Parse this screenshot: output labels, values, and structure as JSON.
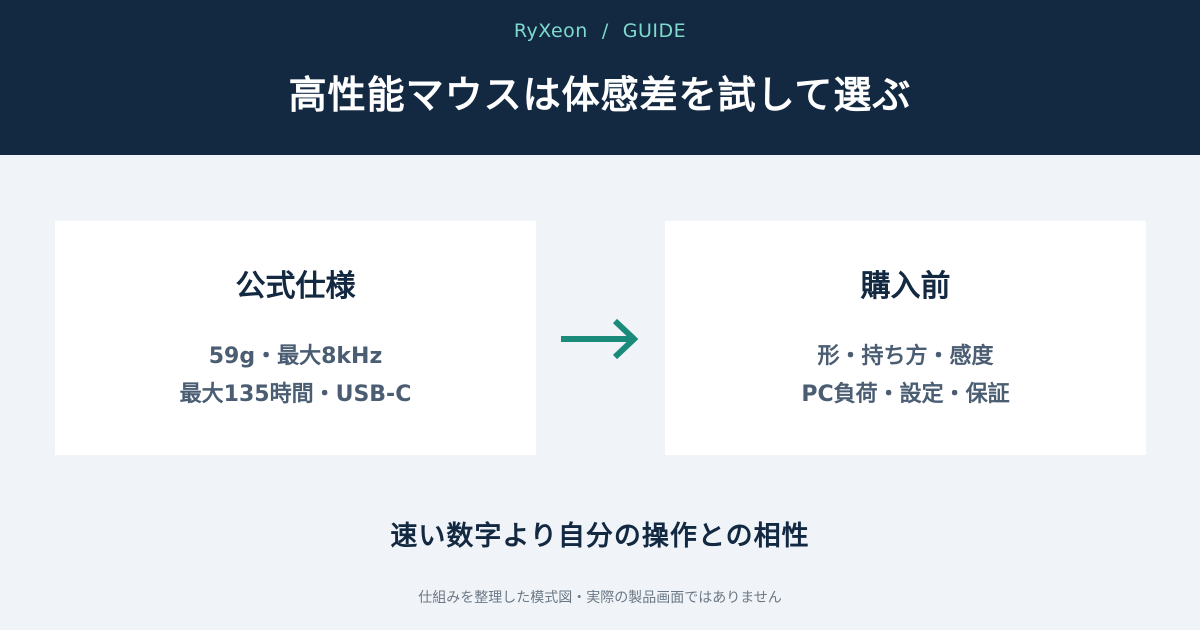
{
  "header": {
    "brand": "RyXeon",
    "separator": "/",
    "section": "GUIDE",
    "title": "高性能マウスは体感差を試して選ぶ"
  },
  "cards": {
    "left": {
      "heading": "公式仕様",
      "line1": "59g・最大8kHz",
      "line2": "最大135時間・USB-C"
    },
    "right": {
      "heading": "購入前",
      "line1": "形・持ち方・感度",
      "line2": "PC負荷・設定・保証"
    }
  },
  "arrow_icon": "arrow-right-icon",
  "tagline": "速い数字より自分の操作との相性",
  "footnote": "仕組みを整理した模式図・実際の製品画面ではありません",
  "colors": {
    "header_bg": "#132942",
    "accent": "#1a8a7a",
    "brand": "#7ed9cc",
    "page_bg": "#f0f4f8",
    "card_bg": "#ffffff"
  }
}
